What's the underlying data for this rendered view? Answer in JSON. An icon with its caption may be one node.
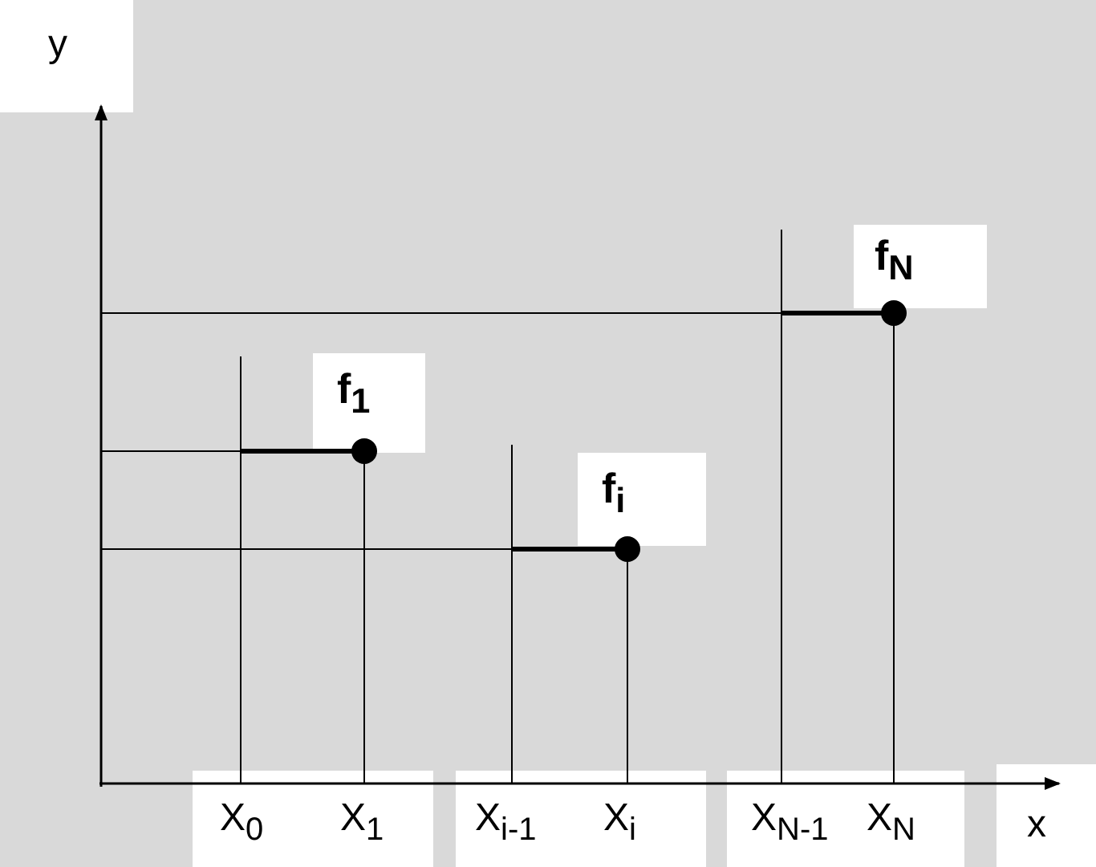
{
  "diagram": {
    "labels": [
      "y",
      "f$_{N}$",
      "f$_{1}$",
      "f$_{i}$",
      "X$_{0}$",
      "X$_{1}$",
      "X$_{i-1}$",
      "X$_{i}$",
      "X$_{N-1}$",
      "X$_{N}$",
      "x"
    ]
  }
}
